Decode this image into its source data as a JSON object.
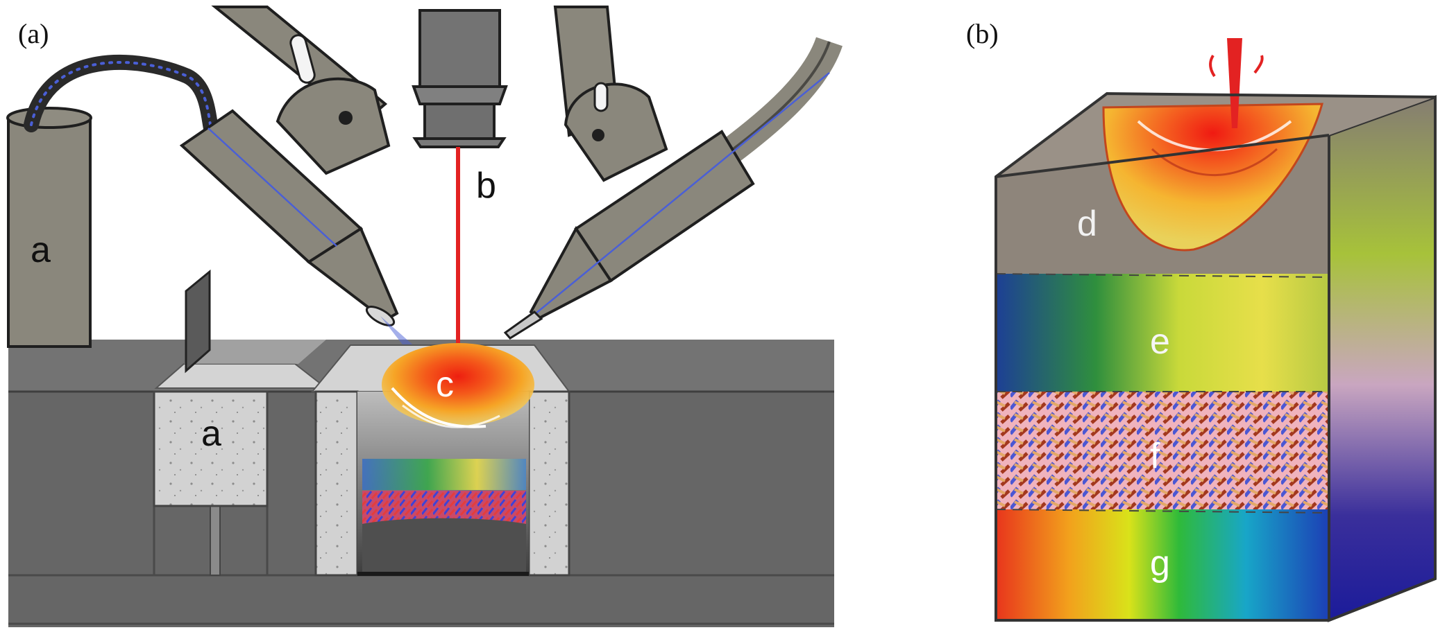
{
  "panels": {
    "a": {
      "label": "(a)"
    },
    "b": {
      "label": "(b)"
    }
  },
  "part_labels": {
    "hopper": "a",
    "feed_block": "a",
    "laser": "b",
    "melt_pool": "c",
    "layer_d": "d",
    "layer_e": "e",
    "layer_f": "f",
    "layer_g": "g"
  },
  "colors": {
    "machine_gray": "#8a877c",
    "outline": "#1f1f1f",
    "laser_red": "#e32222",
    "melt_orange": "#f49a1c",
    "melt_core": "#ee2a12",
    "table_dark": "#6d6d6d",
    "table_light": "#888888",
    "powder_wire": "#4a5fd6"
  }
}
